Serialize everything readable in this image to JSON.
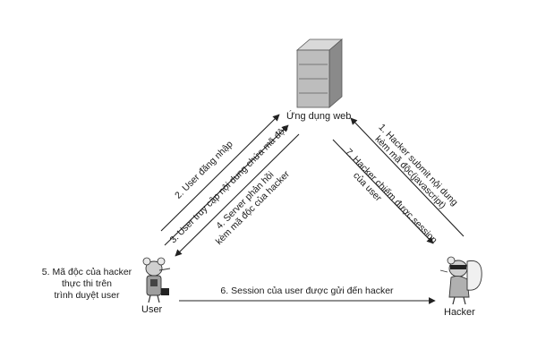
{
  "nodes": {
    "server": "Ứng dụng web",
    "user": "User",
    "hacker": "Hacker"
  },
  "steps": {
    "s1_line1": "1. Hacker submit nội dung",
    "s1_line2": "kèm mã độc(javascript)",
    "s2": "2. User đăng nhập",
    "s3": "3. User truy cập nội dung chứa mã độc",
    "s4_line1": "4. Server phản hồi",
    "s4_line2": "kèm mã độc của hacker",
    "s5": "5. Mã độc của hacker\nthực thi trên\ntrình duyệt user",
    "s6": "6. Session của user được gửi đến hacker",
    "s7_line1": "7. Hacker chiếm được session",
    "s7_line2": "của user"
  },
  "colors": {
    "stroke": "#222222",
    "server_body": "#bdbdbd",
    "server_dark": "#8a8a8a"
  }
}
